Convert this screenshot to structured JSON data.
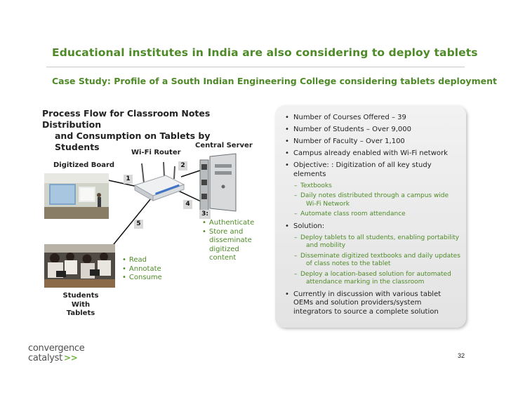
{
  "title": "Educational institutes in India are also considering to deploy tablets",
  "subtitle": "Case Study: Profile of a South Indian Engineering College considering tablets deployment",
  "process_flow": {
    "title_line1": "Process Flow for Classroom Notes Distribution",
    "title_line2": "and Consumption on Tablets by Students",
    "labels": {
      "digitized_board": "Digitized Board",
      "wifi_router": "Wi-Fi Router",
      "central_server": "Central Server",
      "students_line1": "Students With",
      "students_line2": "Tablets"
    },
    "steps": {
      "s1": "1",
      "s2": "2",
      "s3": "3:",
      "s4": "4",
      "s5": "5"
    },
    "server_actions": [
      "Authenticate",
      "Store and",
      "disseminate",
      "digitized",
      "content"
    ],
    "student_actions": [
      "Read",
      "Annotate",
      "Consume"
    ]
  },
  "panel": {
    "items": [
      "Number of Courses Offered – 39",
      "Number of Students – Over 9,000",
      "Number of Faculty – Over 1,100",
      "Campus already enabled with Wi-Fi network"
    ],
    "objective_line1": "Objective: : Digitization of all key study",
    "objective_line2": "elements",
    "objective_subs": {
      "a": "Textbooks",
      "b1": "Daily notes distributed through a campus wide",
      "b2": "Wi-Fi Network",
      "c": "Automate class room attendance"
    },
    "solution": "Solution:",
    "solution_subs": {
      "a1": "Deploy tablets to all students, enabling portability",
      "a2": "and mobility",
      "b1": "Disseminate digitized textbooks and daily updates",
      "b2": "of class notes to the tablet",
      "c1": "Deploy a location-based solution for automated",
      "c2": "attendance marking in the classroom"
    },
    "last_line1": "Currently in discussion with various tablet",
    "last_line2": "OEMs and solution providers/system",
    "last_line3": "integrators to source a complete solution"
  },
  "footer": {
    "logo_line1": "convergence",
    "logo_line2": "catalyst",
    "page_number": "32"
  },
  "colors": {
    "accent": "#4e8a27",
    "logo_arrow": "#6fb43f"
  }
}
